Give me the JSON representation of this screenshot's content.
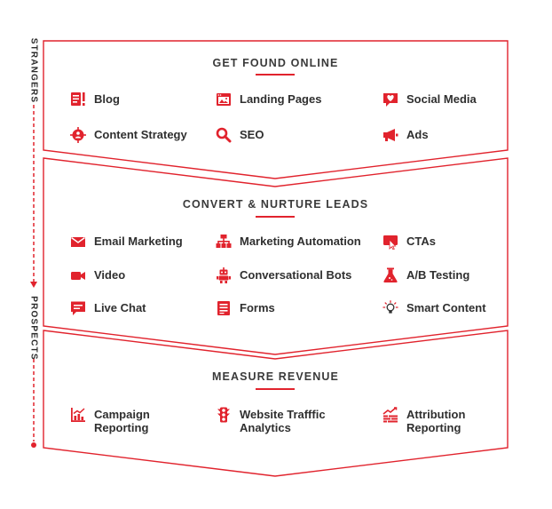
{
  "side_labels": {
    "top": "STRANGERS",
    "bottom": "PROSPECTS"
  },
  "colors": {
    "accent": "#e1232d",
    "text": "#2f2f2f"
  },
  "sections": [
    {
      "title": "GET FOUND ONLINE",
      "items": [
        {
          "label": "Blog",
          "icon": "blog-icon"
        },
        {
          "label": "Landing Pages",
          "icon": "landing-page-icon"
        },
        {
          "label": "Social Media",
          "icon": "heart-chat-icon"
        },
        {
          "label": "Content Strategy",
          "icon": "target-person-icon"
        },
        {
          "label": "SEO",
          "icon": "search-icon"
        },
        {
          "label": "Ads",
          "icon": "megaphone-icon"
        }
      ]
    },
    {
      "title": "CONVERT & NURTURE LEADS",
      "items": [
        {
          "label": "Email Marketing",
          "icon": "envelope-icon"
        },
        {
          "label": "Marketing Automation",
          "icon": "flowchart-icon"
        },
        {
          "label": "CTAs",
          "icon": "cursor-click-icon"
        },
        {
          "label": "Video",
          "icon": "video-camera-icon"
        },
        {
          "label": "Conversational Bots",
          "icon": "robot-icon"
        },
        {
          "label": "A/B Testing",
          "icon": "flask-icon"
        },
        {
          "label": "Live Chat",
          "icon": "chat-bubble-icon"
        },
        {
          "label": "Forms",
          "icon": "form-icon"
        },
        {
          "label": "Smart Content",
          "icon": "lightbulb-icon"
        }
      ]
    },
    {
      "title": "MEASURE REVENUE",
      "items": [
        {
          "label": "Campaign\nReporting",
          "icon": "chart-growth-icon"
        },
        {
          "label": "Website Trafffic\nAnalytics",
          "icon": "traffic-light-icon"
        },
        {
          "label": "Attribution\nReporting",
          "icon": "stacked-chart-icon"
        }
      ]
    }
  ]
}
